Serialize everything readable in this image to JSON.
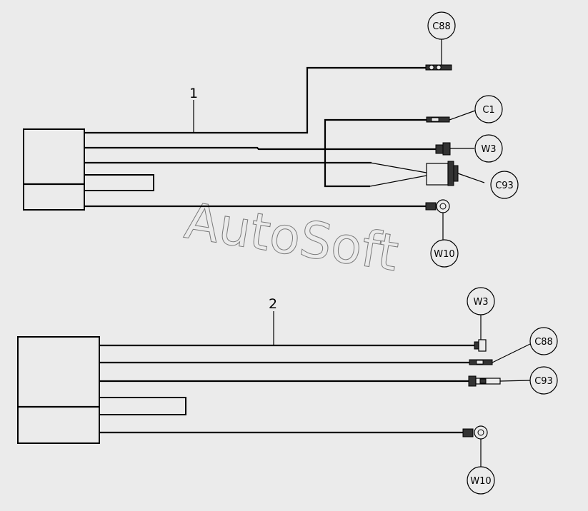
{
  "watermark": "AutoSoft",
  "assemblies": [
    {
      "number": "1",
      "connectors": [
        "C88",
        "C1",
        "W3",
        "C93",
        "W10"
      ]
    },
    {
      "number": "2",
      "connectors": [
        "W3",
        "C88",
        "C93",
        "W10"
      ]
    }
  ]
}
